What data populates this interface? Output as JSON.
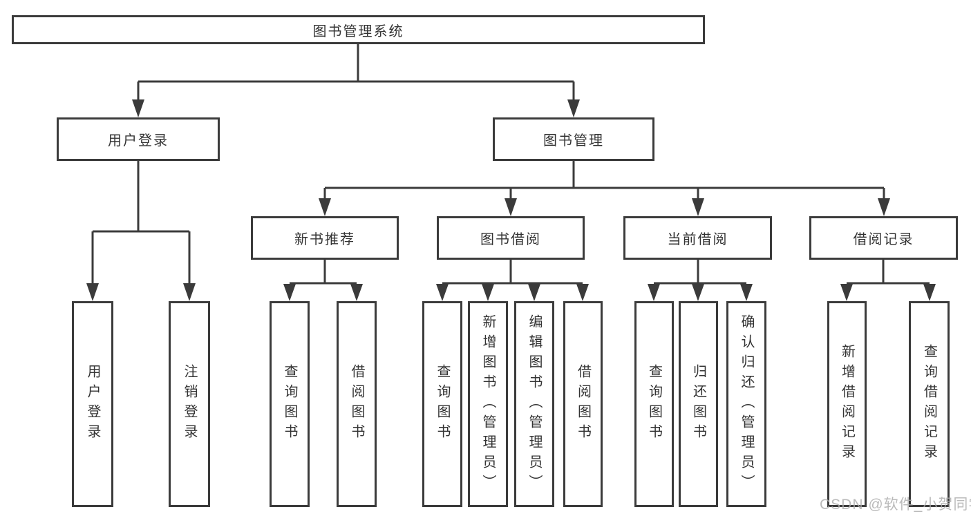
{
  "diagram": {
    "root": {
      "label": "图书管理系统"
    },
    "level2": [
      {
        "label": "用户登录"
      },
      {
        "label": "图书管理"
      }
    ],
    "level3": [
      {
        "label": "新书推荐"
      },
      {
        "label": "图书借阅"
      },
      {
        "label": "当前借阅"
      },
      {
        "label": "借阅记录"
      }
    ],
    "leaves": [
      {
        "label": "用户登录"
      },
      {
        "label": "注销登录"
      },
      {
        "label": "查询图书"
      },
      {
        "label": "借阅图书"
      },
      {
        "label": "查询图书"
      },
      {
        "label": "新增图书（管理员）"
      },
      {
        "label": "编辑图书（管理员）"
      },
      {
        "label": "借阅图书"
      },
      {
        "label": "查询图书"
      },
      {
        "label": "归还图书"
      },
      {
        "label": "确认归还（管理员）"
      },
      {
        "label": "新增借阅记录"
      },
      {
        "label": "查询借阅记录"
      }
    ],
    "watermark": {
      "text": "CSDN @软件_小贺同学"
    },
    "colors": {
      "line": "#3b3b3b",
      "text": "#333333",
      "watermark": "#aeaeae",
      "background": "#ffffff"
    }
  }
}
